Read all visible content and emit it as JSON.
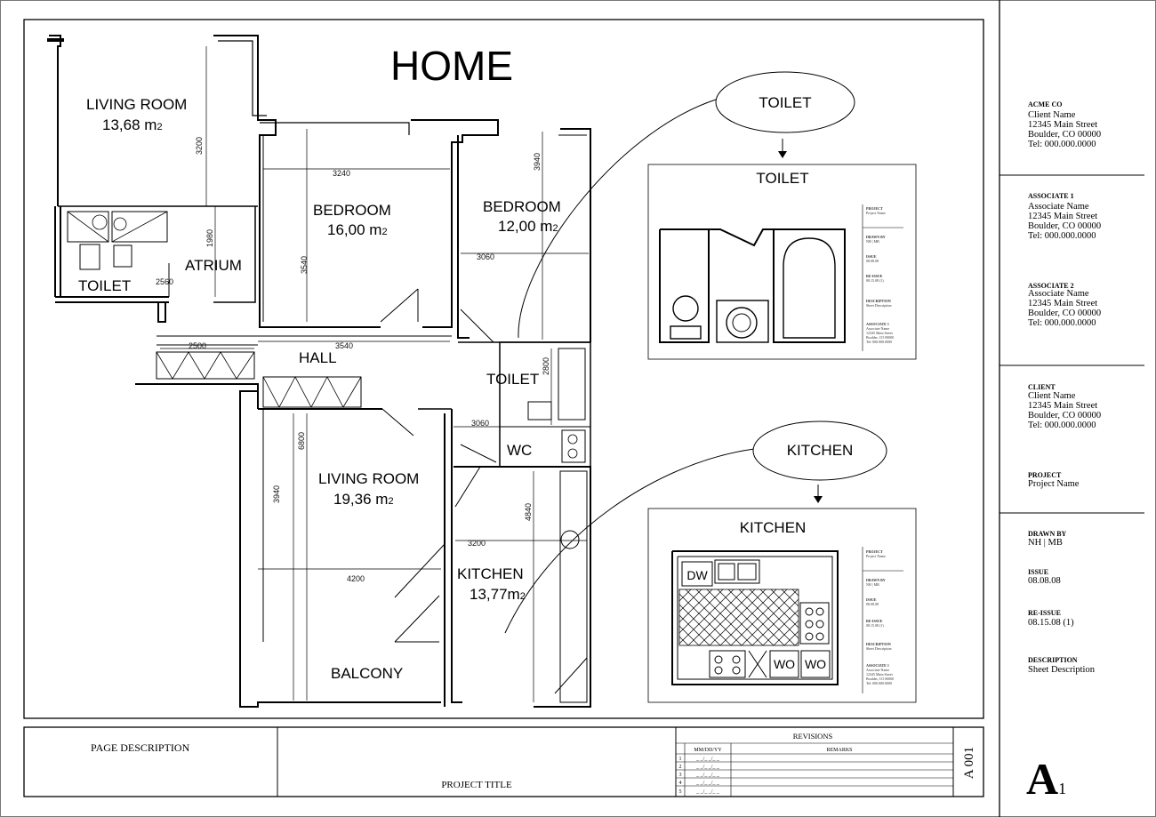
{
  "title": "HOME",
  "rooms": {
    "living_room_1": {
      "name": "LIVING ROOM",
      "area": "13,68 m",
      "sub": "2"
    },
    "bedroom_1": {
      "name": "BEDROOM",
      "area": "16,00 m",
      "sub": "2"
    },
    "bedroom_2": {
      "name": "BEDROOM",
      "area": "12,00 m",
      "sub": "2"
    },
    "atrium": "ATRIUM",
    "toilet_1": "TOILET",
    "hall": "HALL",
    "toilet_2": "TOILET",
    "wc": "WC",
    "living_room_2": {
      "name": "LIVING ROOM",
      "area": "19,36 m",
      "sub": "2"
    },
    "kitchen": {
      "name": "KITCHEN",
      "area": "13,77m",
      "sub": "2"
    },
    "balcony": "BALCONY"
  },
  "dimensions": {
    "d3200a": "3200",
    "d3240": "3240",
    "d3940a": "3940",
    "d1980": "1980",
    "d3540a": "3540",
    "d3060a": "3060",
    "d2560": "2560",
    "d2500": "2500",
    "d3540b": "3540",
    "d2800": "2800",
    "d3060b": "3060",
    "d6800": "6800",
    "d3940b": "3940",
    "d4840": "4840",
    "d3200b": "3200",
    "d4200": "4200"
  },
  "callouts": {
    "toilet": {
      "bubble": "TOILET",
      "card_title": "TOILET"
    },
    "kitchen": {
      "bubble": "KITCHEN",
      "card_title": "KITCHEN"
    },
    "appliances": {
      "dw": "DW",
      "wo1": "WO",
      "wo2": "WO"
    }
  },
  "title_block": {
    "acme": {
      "heading": "ACME CO",
      "lines": [
        "Client Name",
        "12345 Main Street",
        "Boulder, CO 00000",
        "Tel: 000.000.0000"
      ]
    },
    "associate1": {
      "heading": "ASSOCIATE 1",
      "lines": [
        "Associate Name",
        "12345 Main Street",
        "Boulder, CO 00000",
        "Tel: 000.000.0000"
      ]
    },
    "associate2": {
      "heading": "ASSOCIATE 2",
      "lines": [
        "Associate Name",
        "12345 Main Street",
        "Boulder, CO 00000",
        "Tel: 000.000.0000"
      ]
    },
    "client": {
      "heading": "CLIENT",
      "lines": [
        "Client Name",
        "12345 Main Street",
        "Boulder, CO 00000",
        "Tel: 000.000.0000"
      ]
    },
    "project": {
      "heading": "PROJECT",
      "value": "Project Name"
    },
    "drawn_by": {
      "heading": "DRAWN BY",
      "value": "NH | MB"
    },
    "issue": {
      "heading": "ISSUE",
      "value": "08.08.08"
    },
    "reissue": {
      "heading": "RE-ISSUE",
      "value": "08.15.08 (1)"
    },
    "description": {
      "heading": "DESCRIPTION",
      "value": "Sheet Description"
    }
  },
  "mini_block": {
    "project": {
      "h": "PROJECT",
      "v": "Project Name"
    },
    "drawn": {
      "h": "DRAWN BY",
      "v": "NH | MB"
    },
    "issue": {
      "h": "ISSUE",
      "v": "08.08.08"
    },
    "reissue": {
      "h": "RE-ISSUE",
      "v": "08.15.08 (1)"
    },
    "desc": {
      "h": "DESCRIPTION",
      "v": "Sheet Description"
    },
    "assoc": {
      "h": "ASSOCIATE 1",
      "v1": "Associate Name",
      "v2": "12345 Main Street",
      "v3": "Boulder, CO 00000",
      "v4": "Tel: 000.000.0000"
    }
  },
  "footer": {
    "page_description": "PAGE DESCRIPTION",
    "project_title": "PROJECT TITLE",
    "revisions": "REVISIONS",
    "date_col": "MM/DD/YY",
    "remarks_col": "REMARKS",
    "rows": [
      "1",
      "2",
      "3",
      "4",
      "5"
    ],
    "row_date": "_ _/_ _/_ _",
    "sheet_code": "A  001",
    "sheet_letter": "A",
    "sheet_number": "1"
  }
}
